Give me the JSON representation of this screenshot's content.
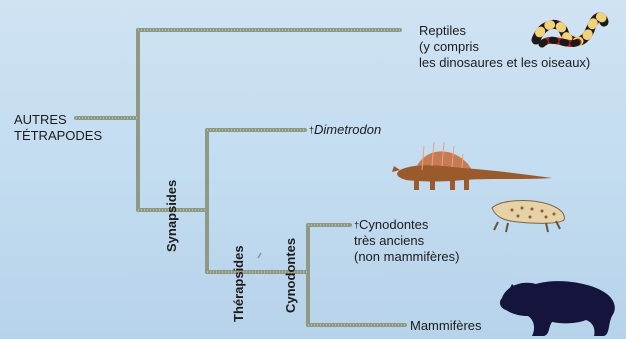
{
  "root": {
    "line1": "AUTRES",
    "line2": "TÉTRAPODES"
  },
  "clades": {
    "synapsides": "Synapsides",
    "therapsides": "Thérapsides",
    "cynodontes": "Cynodontes"
  },
  "leaves": {
    "reptiles": {
      "line1": "Reptiles",
      "line2": "(y compris",
      "line3": "les dinosaures et les oiseaux)"
    },
    "dimetrodon": {
      "dagger": "†",
      "name": "Dimetrodon"
    },
    "cynodontes_anciens": {
      "dagger": "†",
      "line1": "Cynodontes",
      "line2": "très anciens",
      "line3": "(non mammifères)"
    },
    "mammiferes": {
      "label": "Mammifères"
    }
  },
  "icons": [
    "snake-icon",
    "dimetrodon-icon",
    "cynodont-icon",
    "bear-icon"
  ]
}
